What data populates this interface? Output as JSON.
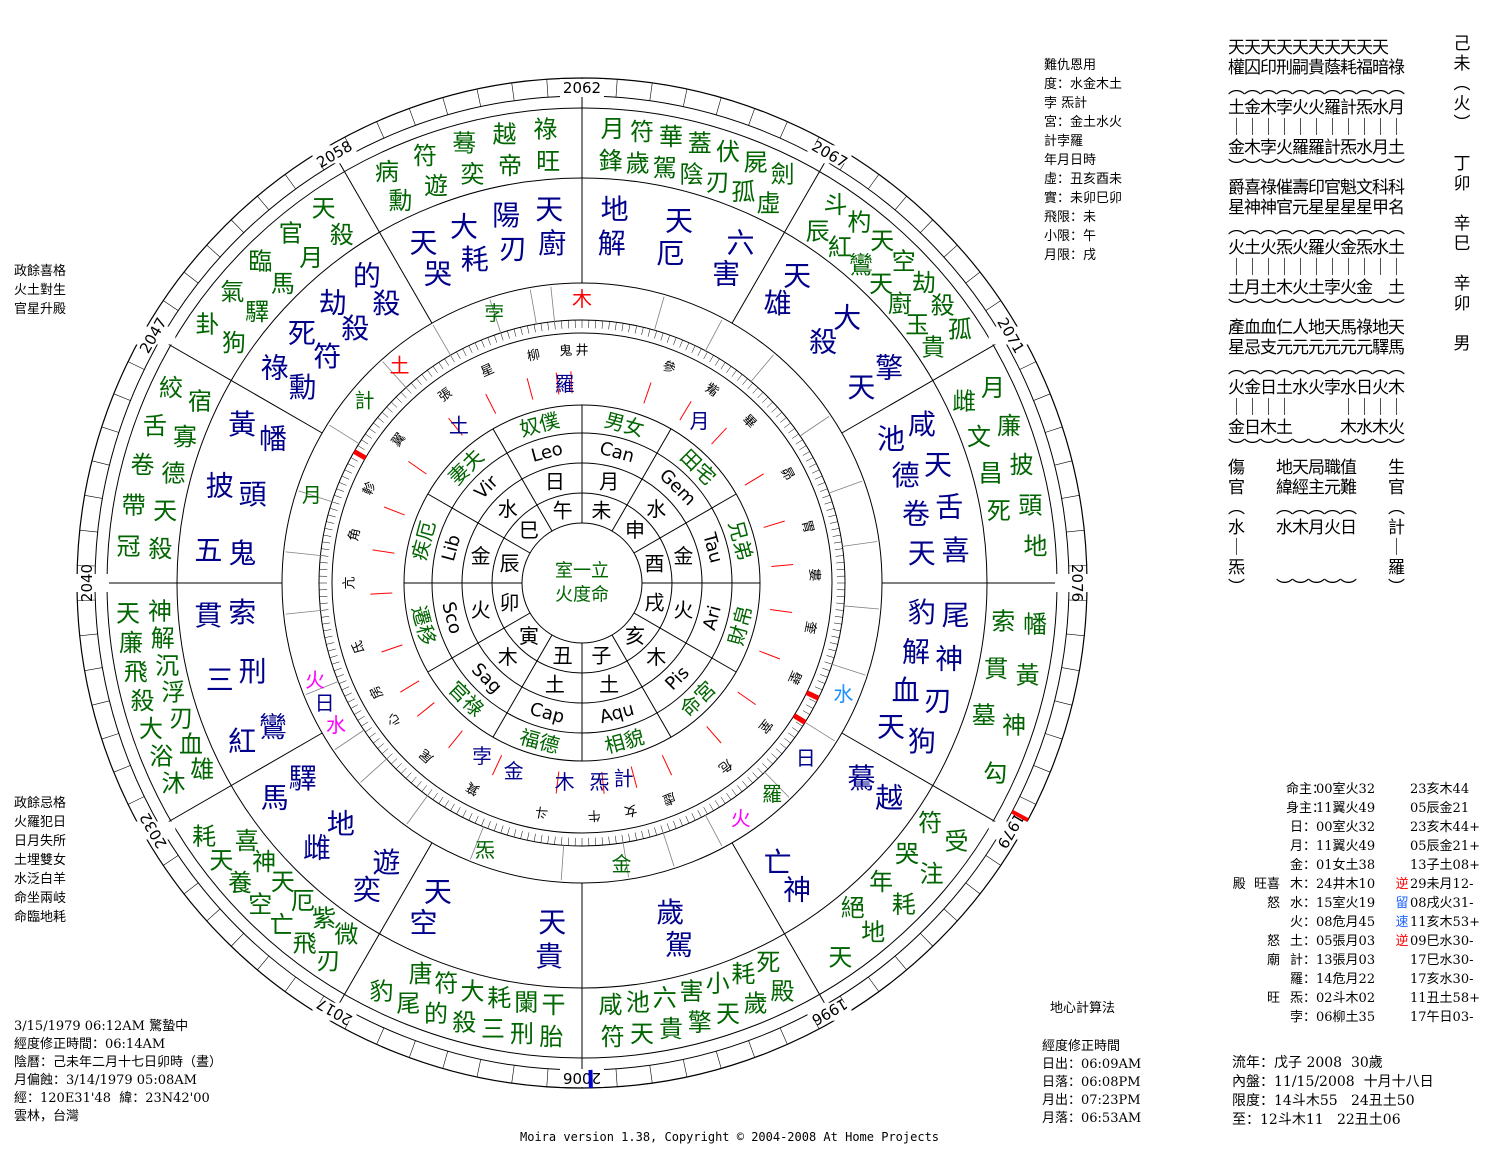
{
  "colors": {
    "outer_text": "#006400",
    "inner_text": "#00008b",
    "red_tick": "#ff0000",
    "grey_line": "#808080",
    "water": "#1e90ff",
    "fire": "#ff00ff"
  },
  "top_info": [
    "難仇恩用",
    "度：水金木土",
    "孛 炁計",
    "宮：金土水火",
    "計孛羅",
    "",
    "年月日時",
    "虛：丑亥酉未",
    "實：未卯巳卯",
    "",
    "飛限：未",
    "小限：午",
    "月限：戌"
  ],
  "left_top_notes": [
    "政餘喜格",
    "火土對生",
    "官星升殿"
  ],
  "left_bottom_notes": [
    "政餘忌格",
    "火羅犯日",
    "日月失所",
    "土埋雙女",
    "水泛白羊",
    "命坐兩岐",
    "命臨地耗"
  ],
  "birth_info": [
    "3/15/1979 06:12AM 驚蟄中",
    "經度修正時間：06:14AM",
    "陰曆：己未年二月十七日卯時（晝）",
    "月偏蝕：3/14/1979 05:08AM",
    "經：120E31'48  緯：23N42'00",
    "雲林，台灣"
  ],
  "geo_method": "地心計算法",
  "sun_moon": [
    "經度修正時間",
    "日出：06:09AM",
    "日落：06:08PM",
    "月出：07:23PM",
    "月落：06:53AM"
  ],
  "flow_year": [
    "流年：戊子 2008  30歲",
    "內盤：11/15/2008  十月十八日",
    "限度：14斗木55   24丑土50",
    "至：12斗木11   22丑土06"
  ],
  "footer": "Moira version 1.38, Copyright © 2004-2008 At Home Projects",
  "year_column": [
    "己",
    "未",
    "︵",
    "火",
    "︶",
    "",
    "丁",
    "卯",
    "",
    "辛",
    "巳",
    "",
    "辛",
    "卯",
    "",
    "男"
  ],
  "right_panel_rows": [
    "天天天天天天天天天天",
    "權囚印刑嗣貴蔭耗福暗祿",
    "︵︵︵︵︵︵︵︵︵︵︵",
    "土金木孛火火羅計炁水月",
    "｜｜｜｜｜｜｜｜｜｜｜",
    "金木孛火羅羅計炁水月土",
    "︶︶︶︶︶︶︶︶︶︶︶",
    "爵喜祿催壽印官魁文科科",
    "星神神官元星星星星甲名",
    "︵︵︵︵︵︵︵︵︵︵︵",
    "火土火炁火羅火金炁水土",
    "｜｜｜｜｜｜｜｜｜｜｜",
    "土月土木火土孛火金　土",
    "︶︶︶︶︶︶︶︶︶︶︶",
    "產血血仁人地天馬祿地天",
    "星忌支元元元元元元驛馬",
    "︵︵︵︵︵︵︵︵︵︵︵",
    "火金日土水火孛水日火木",
    "｜｜｜｜　　　｜｜｜｜",
    "金日木土　　　木水木火",
    "︶︶︶︶︶︶︶︶︶︶︶",
    "傷　　地天局職值　　生",
    "官　　緯經主元難　　官",
    "︵　　︵︵︵︵︵　　︵",
    "水　　水木月火日　　計",
    "｜　　　　　　　　　｜",
    "炁　　　　　　　　　羅",
    "︶　　︶︶︶︶︶　　︶"
  ],
  "positions": [
    {
      "digs": "",
      "label": "命主：",
      "p1": "00室火32",
      "flag": "",
      "p2": "23亥木44"
    },
    {
      "digs": "",
      "label": "身主：",
      "p1": "11翼火49",
      "flag": "",
      "p2": "05辰金21"
    },
    {
      "digs": "",
      "label": "日：",
      "p1": "00室火32",
      "flag": "",
      "p2": "23亥木44+"
    },
    {
      "digs": "",
      "label": "月：",
      "p1": "11翼火49",
      "flag": "",
      "p2": "05辰金21+"
    },
    {
      "digs": "",
      "label": "金：",
      "p1": "01女土38",
      "flag": "",
      "p2": "13子土08+"
    },
    {
      "digs": "殿  旺喜",
      "label": "木：",
      "p1": "24井木10",
      "flag": "逆",
      "p2": "29未月12-"
    },
    {
      "digs": "怒",
      "label": "水：",
      "p1": "15室火19",
      "flag": "留",
      "p2": "08戌火31-"
    },
    {
      "digs": "",
      "label": "火：",
      "p1": "08危月45",
      "flag": "速",
      "p2": "11亥木53+"
    },
    {
      "digs": "怒",
      "label": "土：",
      "p1": "05張月03",
      "flag": "逆",
      "p2": "09巳水30-"
    },
    {
      "digs": "廟",
      "label": "計：",
      "p1": "13張月03",
      "flag": "",
      "p2": "17巳水30-"
    },
    {
      "digs": "",
      "label": "羅：",
      "p1": "14危月22",
      "flag": "",
      "p2": "17亥水30-"
    },
    {
      "digs": "旺",
      "label": "炁：",
      "p1": "02斗木02",
      "flag": "",
      "p2": "11丑土58+"
    },
    {
      "digs": "",
      "label": "孛：",
      "p1": "06柳土35",
      "flag": "",
      "p2": "17午日03-"
    }
  ],
  "wheel": {
    "year_labels": [
      {
        "text": "2062",
        "angle": 0
      },
      {
        "text": "2067",
        "angle": 30
      },
      {
        "text": "2071",
        "angle": 60
      },
      {
        "text": "2076",
        "angle": 90
      },
      {
        "text": "1979",
        "angle": 120
      },
      {
        "text": "1996",
        "angle": 150
      },
      {
        "text": "2006",
        "angle": 180
      },
      {
        "text": "2017",
        "angle": 210
      },
      {
        "text": "2032",
        "angle": 240
      },
      {
        "text": "2040",
        "angle": 270
      },
      {
        "text": "2047",
        "angle": 300
      },
      {
        "text": "2058",
        "angle": 330
      }
    ],
    "houses": [
      {
        "outer": "月符華蓋伏屍劍鋒歲駕陰刃孤虛",
        "inner": "地解 天厄 六害",
        "angle": 15
      },
      {
        "outer": "斗杓天空劫殺孤辰紅鸞天廚玉貴",
        "inner": "天雄 大殺 擎天",
        "angle": 45
      },
      {
        "outer": "月廉披頭地雌文昌死",
        "inner": "咸池 天德 舌卷 喜天",
        "angle": 75
      },
      {
        "outer": "幡黃神勾索貫墓",
        "inner": "尾豹 神解 刃血 狗天",
        "angle": 105
      },
      {
        "outer": "受注耗地天符哭年絕",
        "inner": "越驀 神亡",
        "angle": 135
      },
      {
        "outer": "殿歲天擎貴天符死耗小害六池咸",
        "inner": "駕歲",
        "angle": 165
      },
      {
        "outer": "胎刑三殺的尾豹干闌耗大符唐",
        "inner": "貴天 空天",
        "angle": 195
      },
      {
        "outer": "刃飛亡空養天耗微紫厄天神喜",
        "inner": "奕遊 雌地 馬驛",
        "angle": 225
      },
      {
        "outer": "沐浴大殺飛廉天雄血刃浮沉解神",
        "inner": "紅鸞 三刑 貫索",
        "angle": 255
      },
      {
        "outer": "冠帶卷舌絞殺天德寡宿",
        "inner": "五鬼 披頭 黃幡",
        "angle": 285
      },
      {
        "outer": "卦氣臨官天狗驛馬月殺",
        "inner": "祿勳 死符 劫殺 的殺",
        "angle": 315
      },
      {
        "outer": "病符蓦越祿勳遊奕帝旺",
        "inner": "天哭 大耗 陽刃 天廚",
        "angle": 345
      }
    ],
    "mansions": [
      {
        "text": "井",
        "angle": 0
      },
      {
        "text": "參",
        "angle": 22
      },
      {
        "text": "觜",
        "angle": 34
      },
      {
        "text": "畢",
        "angle": 46
      },
      {
        "text": "昴",
        "angle": 62
      },
      {
        "text": "胃",
        "angle": 76
      },
      {
        "text": "婁",
        "angle": 88
      },
      {
        "text": "奎",
        "angle": 101
      },
      {
        "text": "壁",
        "angle": 114
      },
      {
        "text": "室",
        "angle": 128
      },
      {
        "text": "危",
        "angle": 142
      },
      {
        "text": "虛",
        "angle": 158
      },
      {
        "text": "女",
        "angle": 168
      },
      {
        "text": "牛",
        "angle": 177
      },
      {
        "text": "斗",
        "angle": 190
      },
      {
        "text": "箕",
        "angle": 208
      },
      {
        "text": "尾",
        "angle": 222
      },
      {
        "text": "心",
        "angle": 234
      },
      {
        "text": "房",
        "angle": 242
      },
      {
        "text": "氐",
        "angle": 254
      },
      {
        "text": "亢",
        "angle": 270
      },
      {
        "text": "角",
        "angle": 282
      },
      {
        "text": "軫",
        "angle": 294
      },
      {
        "text": "翼",
        "angle": 308
      },
      {
        "text": "張",
        "angle": 324
      },
      {
        "text": "星",
        "angle": 336
      },
      {
        "text": "柳",
        "angle": 348
      },
      {
        "text": "鬼",
        "angle": 356
      }
    ],
    "signs": [
      {
        "text": "Can",
        "angle": 15
      },
      {
        "text": "Gem",
        "angle": 45
      },
      {
        "text": "Tau",
        "angle": 75
      },
      {
        "text": "Ari",
        "angle": 105
      },
      {
        "text": "Pis",
        "angle": 135
      },
      {
        "text": "Aqu",
        "angle": 165
      },
      {
        "text": "Cap",
        "angle": 195
      },
      {
        "text": "Sag",
        "angle": 225
      },
      {
        "text": "Sco",
        "angle": 255
      },
      {
        "text": "Lib",
        "angle": 285
      },
      {
        "text": "Vir",
        "angle": 315
      },
      {
        "text": "Leo",
        "angle": 345
      }
    ],
    "palaces": [
      {
        "text": "男女",
        "angle": 15
      },
      {
        "text": "田宅",
        "angle": 45
      },
      {
        "text": "兄弟",
        "angle": 75
      },
      {
        "text": "財帛",
        "angle": 105
      },
      {
        "text": "命宮",
        "angle": 135
      },
      {
        "text": "相貌",
        "angle": 165
      },
      {
        "text": "福德",
        "angle": 195
      },
      {
        "text": "官祿",
        "angle": 225
      },
      {
        "text": "遷移",
        "angle": 255
      },
      {
        "text": "疾厄",
        "angle": 285
      },
      {
        "text": "妻夫",
        "angle": 315
      },
      {
        "text": "奴僕",
        "angle": 345
      }
    ],
    "branches": [
      {
        "text": "未",
        "angle": 15
      },
      {
        "text": "申",
        "angle": 45
      },
      {
        "text": "酉",
        "angle": 75
      },
      {
        "text": "戌",
        "angle": 105
      },
      {
        "text": "亥",
        "angle": 135
      },
      {
        "text": "子",
        "angle": 165
      },
      {
        "text": "丑",
        "angle": 195
      },
      {
        "text": "寅",
        "angle": 225
      },
      {
        "text": "卯",
        "angle": 255
      },
      {
        "text": "辰",
        "angle": 285
      },
      {
        "text": "巳",
        "angle": 315
      },
      {
        "text": "午",
        "angle": 345
      }
    ],
    "rulers": [
      {
        "text": "月",
        "angle": 15
      },
      {
        "text": "水",
        "angle": 45
      },
      {
        "text": "金",
        "angle": 75
      },
      {
        "text": "火",
        "angle": 105
      },
      {
        "text": "木",
        "angle": 135
      },
      {
        "text": "土",
        "angle": 165
      },
      {
        "text": "土",
        "angle": 195
      },
      {
        "text": "木",
        "angle": 225
      },
      {
        "text": "火",
        "angle": 255
      },
      {
        "text": "金",
        "angle": 285
      },
      {
        "text": "水",
        "angle": 315
      },
      {
        "text": "日",
        "angle": 345
      }
    ],
    "center": [
      "室一立",
      "火度命"
    ],
    "planets": [
      {
        "text": "木",
        "angle": 0,
        "ring": "mansion_outer",
        "color": "#ff0000"
      },
      {
        "text": "孛",
        "angle": -18,
        "ring": "mansion_outer",
        "color": "#006400"
      },
      {
        "text": "土",
        "angle": -40,
        "ring": "mansion_outer",
        "color": "#ff0000"
      },
      {
        "text": "計",
        "angle": -50,
        "ring": "mansion_outer",
        "color": "#006400"
      },
      {
        "text": "月",
        "angle": -72,
        "ring": "mansion_outer",
        "color": "#006400"
      },
      {
        "text": "水",
        "angle": -120,
        "ring": "mansion_outer",
        "color": "#ff00ff"
      },
      {
        "text": "日",
        "angle": -115,
        "ring": "mansion_outer",
        "color": "#00008b"
      },
      {
        "text": "火",
        "angle": -110,
        "ring": "mansion_outer",
        "color": "#ff00ff"
      },
      {
        "text": "水",
        "angle": 113,
        "ring": "mansion_outer",
        "color": "#1e90ff"
      },
      {
        "text": "日",
        "angle": 128,
        "ring": "mansion_outer",
        "color": "#00008b"
      },
      {
        "text": "羅",
        "angle": 138,
        "ring": "mansion_outer",
        "color": "#006400"
      },
      {
        "text": "火",
        "angle": 146,
        "ring": "mansion_outer",
        "color": "#ff00ff"
      },
      {
        "text": "金",
        "angle": 172,
        "ring": "mansion_outer",
        "color": "#006400"
      },
      {
        "text": "炁",
        "angle": -160,
        "ring": "mansion_outer",
        "color": "#006400"
      },
      {
        "text": "月",
        "angle": 36,
        "ring": "inner_planet",
        "color": "#00008b"
      },
      {
        "text": "羅",
        "angle": -5,
        "ring": "inner_planet",
        "color": "#00008b"
      },
      {
        "text": "土",
        "angle": -38,
        "ring": "inner_planet",
        "color": "#00008b"
      },
      {
        "text": "孛",
        "angle": -150,
        "ring": "inner_planet",
        "color": "#00008b"
      },
      {
        "text": "金",
        "angle": -160,
        "ring": "inner_planet",
        "color": "#00008b"
      },
      {
        "text": "木",
        "angle": -175,
        "ring": "inner_planet",
        "color": "#00008b"
      },
      {
        "text": "炁",
        "angle": 175,
        "ring": "inner_planet",
        "color": "#00008b"
      },
      {
        "text": "計",
        "angle": 168,
        "ring": "inner_planet",
        "color": "#00008b"
      }
    ]
  }
}
